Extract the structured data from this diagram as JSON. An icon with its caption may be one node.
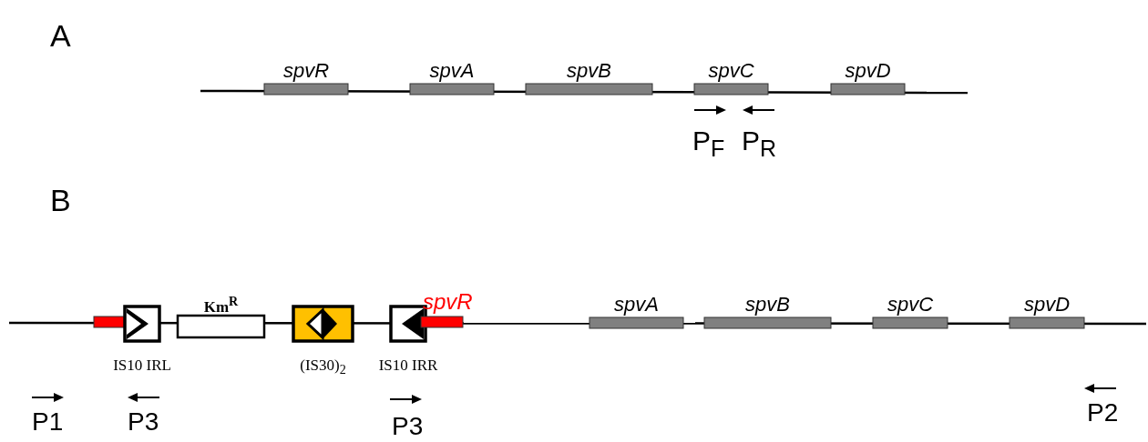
{
  "diagram": {
    "nodes": [
      {
        "text": [
          "spvR"
        ]
      },
      {
        "text": [
          "spvA"
        ]
      },
      {
        "text": [
          "spvB"
        ]
      },
      {
        "text": [
          "spvC"
        ]
      },
      {
        "text": [
          "spvD"
        ]
      },
      {
        "text": [],
        "shape": "bar"
      },
      {
        "text": [
          "IS10 IRL"
        ]
      },
      {
        "text": [
          "Km$^{R}$"
        ]
      },
      {
        "text": [
          "(IS30)$_{2}$"
        ]
      },
      {
        "text": [
          "IS10 IRR"
        ]
      },
      {
        "text": [
          "spvR"
        ]
      },
      {
        "text": [
          "spvA"
        ]
      },
      {
        "text": [
          "spvB"
        ]
      },
      {
        "text": [
          "spvC"
        ]
      },
      {
        "text": [
          "spvD"
        ]
      }
    ],
    "edges": [],
    "labels": [
      "A",
      "P$_{F}$",
      "P$_{R}$",
      "B",
      "P1",
      "P3",
      "P3",
      "P2"
    ]
  }
}
